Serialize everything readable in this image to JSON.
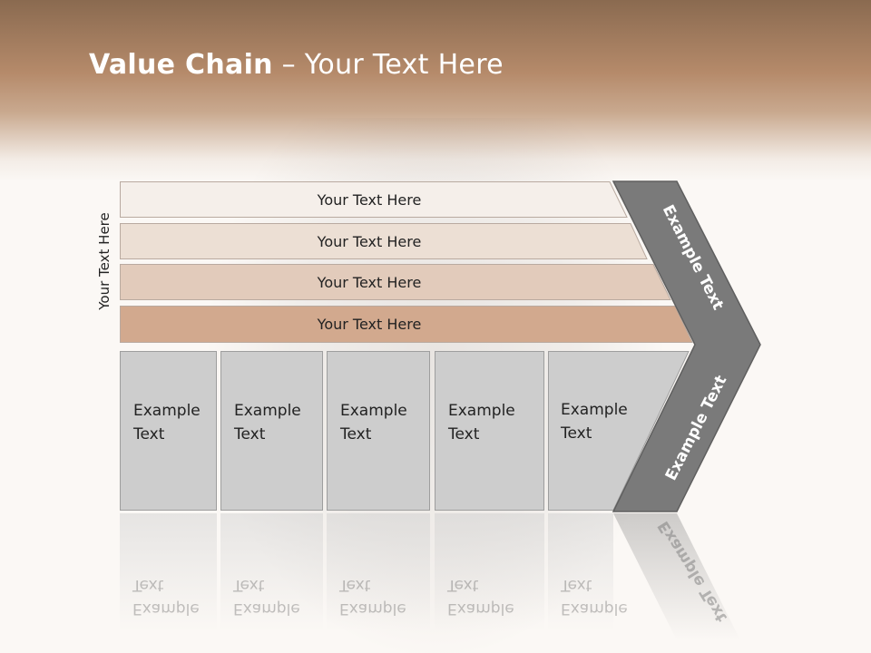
{
  "title": {
    "bold": "Value Chain",
    "rest": " – Your Text Here"
  },
  "side_label": "Your Text Here",
  "bands": [
    {
      "label": "Your Text Here",
      "color": "#f5efea"
    },
    {
      "label": "Your Text Here",
      "color": "#ecdfd4"
    },
    {
      "label": "Your Text Here",
      "color": "#e2cbbb"
    },
    {
      "label": "Your Text Here",
      "color": "#d2a98e"
    }
  ],
  "columns": [
    {
      "line1": "Example",
      "line2": "Text"
    },
    {
      "line1": "Example",
      "line2": "Text"
    },
    {
      "line1": "Example",
      "line2": "Text"
    },
    {
      "line1": "Example",
      "line2": "Text"
    },
    {
      "line1": "Example",
      "line2": "Text"
    }
  ],
  "chevron": {
    "upper": "Example Text",
    "lower": "Example Text",
    "color": "#7a7a7a"
  },
  "colors": {
    "column_fill": "#cdcdcd",
    "title": "#ffffff"
  }
}
